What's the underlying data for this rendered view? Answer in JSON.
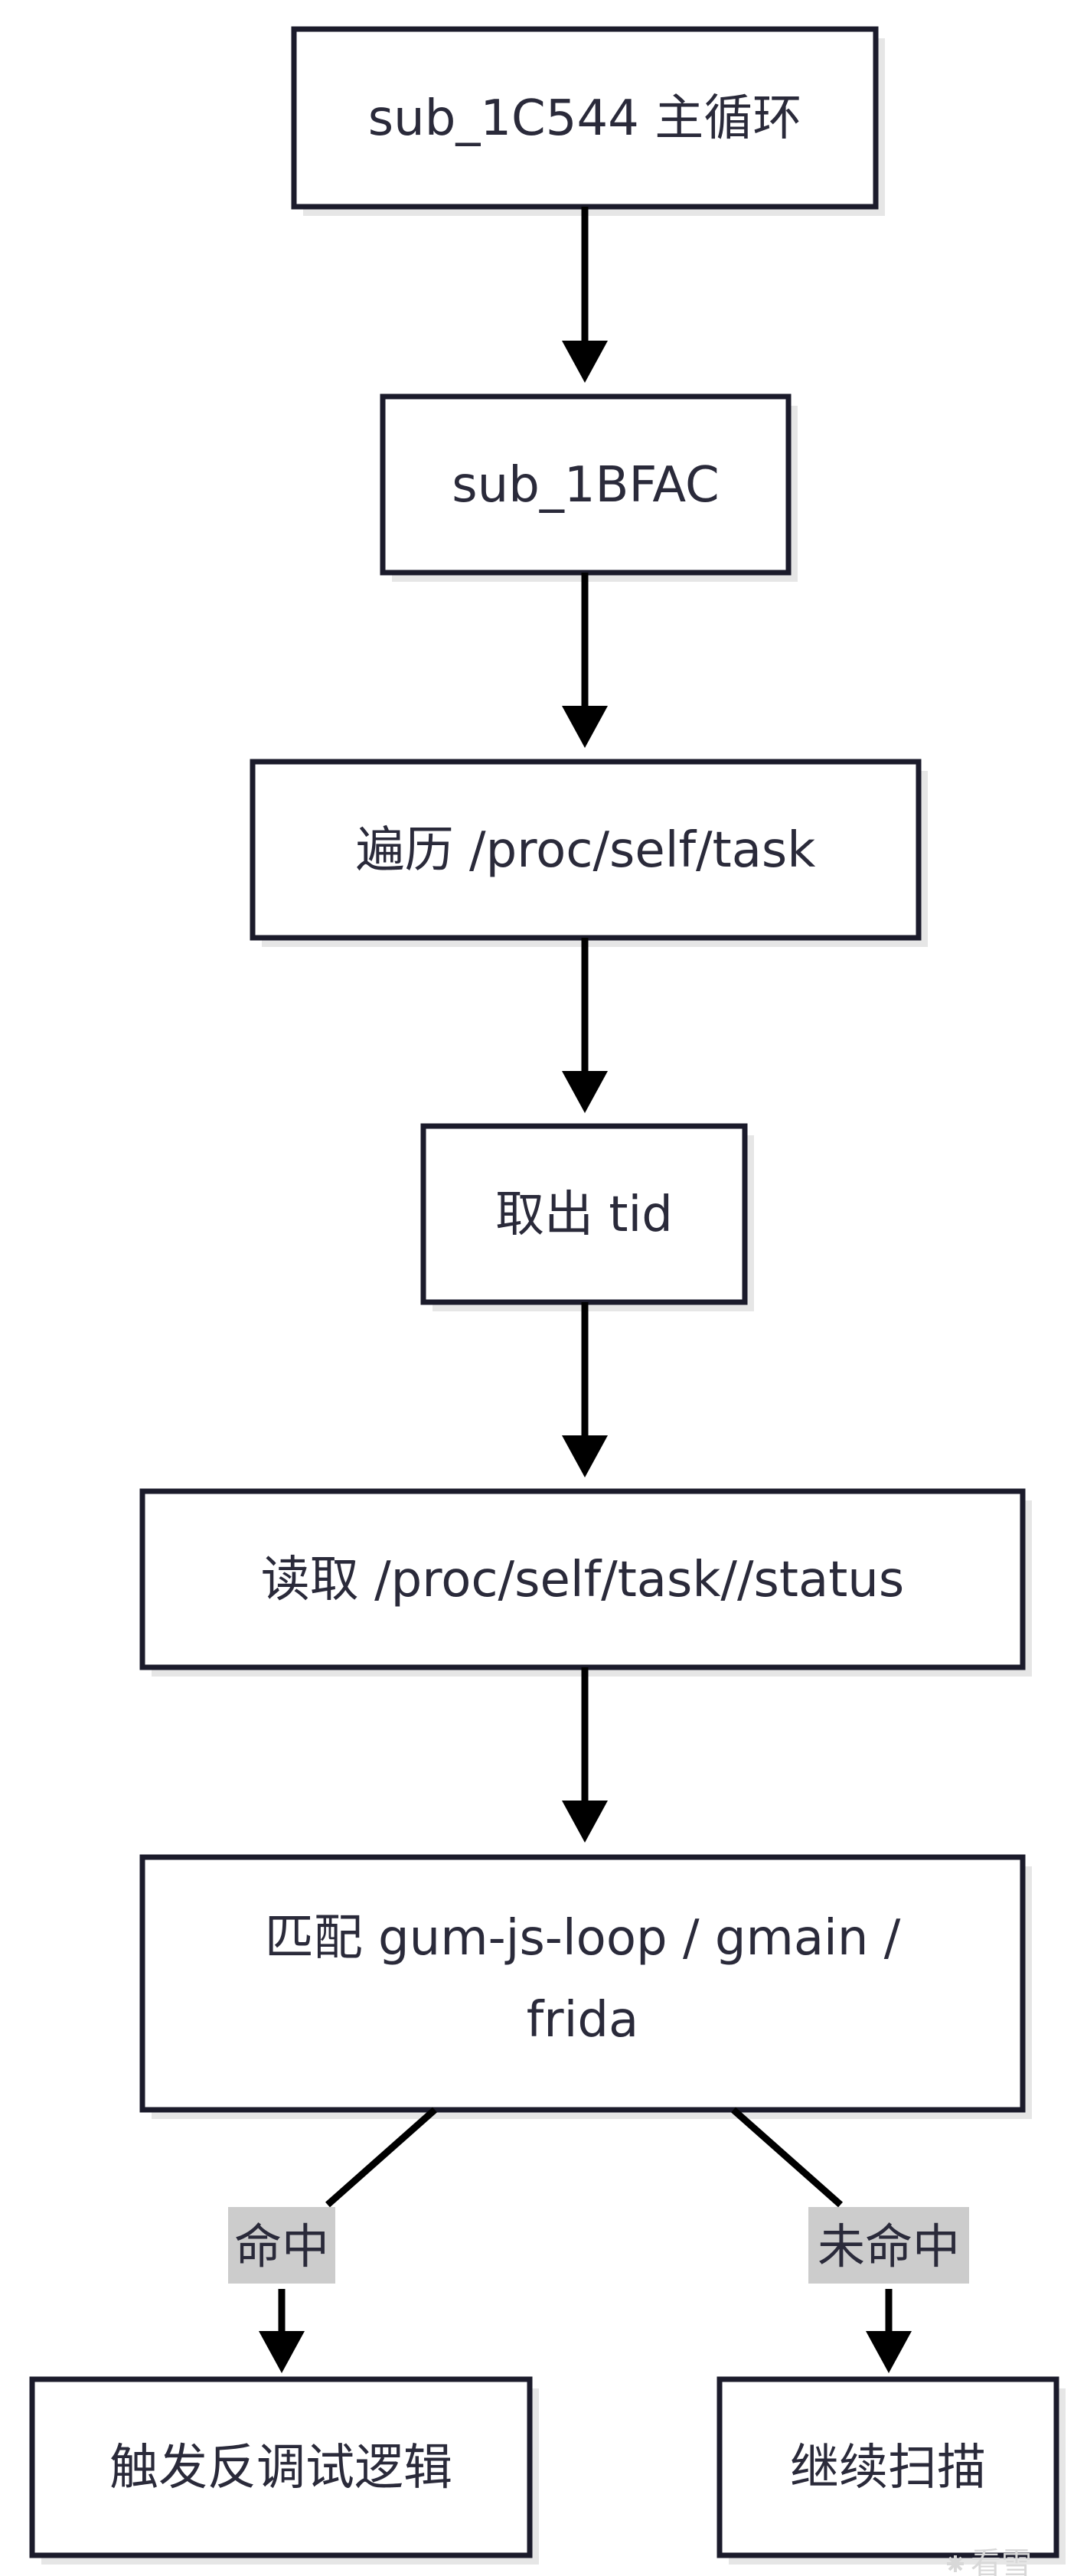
{
  "nodes": {
    "main_loop": "sub_1C544 主循环",
    "sub_1bfac": "sub_1BFAC",
    "iterate_task": "遍历 /proc/self/task",
    "get_tid": "取出 tid",
    "read_status": "读取 /proc/self/task//status",
    "match_line1": "匹配 gum-js-loop / gmain /",
    "match_line2": "frida",
    "trigger_antidebug": "触发反调试逻辑",
    "continue_scan": "继续扫描"
  },
  "edges": {
    "hit": "命中",
    "miss": "未命中"
  },
  "watermark": "看雪"
}
